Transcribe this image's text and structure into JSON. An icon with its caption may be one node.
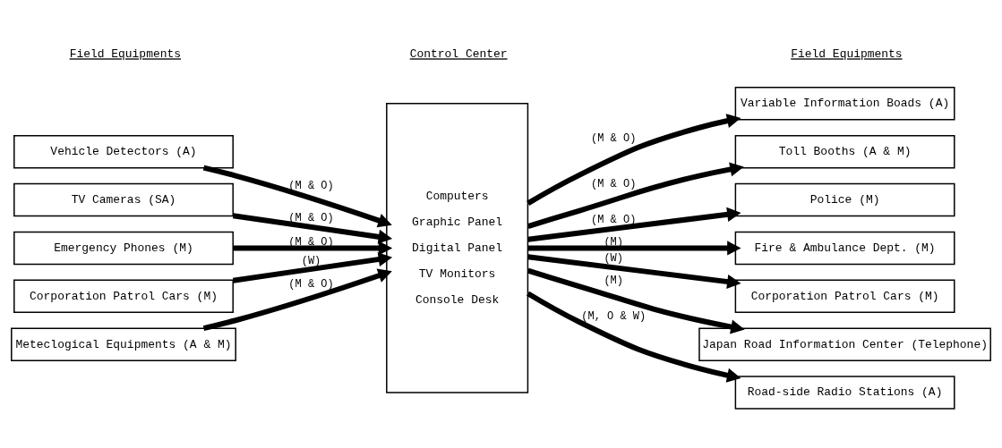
{
  "diagram": {
    "nodes": [
      {
        "text": [
          "Vehicle Detectors (A)"
        ]
      },
      {
        "text": [
          "TV Cameras (SA)"
        ]
      },
      {
        "text": [
          "Emergency Phones (M)"
        ]
      },
      {
        "text": [
          "Corporation Patrol Cars (M)"
        ]
      },
      {
        "text": [
          "Meteclogical Equipments (A & M)"
        ]
      },
      {
        "text": [
          "Computers",
          "Graphic Panel",
          "Digital Panel",
          "TV Monitors",
          "Console Desk"
        ]
      },
      {
        "text": [
          "Variable Information Boads (A)"
        ]
      },
      {
        "text": [
          "Toll Booths (A & M)"
        ]
      },
      {
        "text": [
          "Police (M)"
        ]
      },
      {
        "text": [
          "Fire & Ambulance Dept. (M)"
        ]
      },
      {
        "text": [
          "Corporation Patrol Cars (M)"
        ]
      },
      {
        "text": [
          "Japan Road Information Center (Telephone)"
        ]
      },
      {
        "text": [
          "Road-side Radio Stations (A)"
        ]
      }
    ],
    "edges": [
      {
        "from": 0,
        "to": 5,
        "arrow": "to",
        "label": "(M & O)"
      },
      {
        "from": 1,
        "to": 5,
        "arrow": "to",
        "label": "(M & O)"
      },
      {
        "from": 2,
        "to": 5,
        "arrow": "to",
        "label": "(M & O)"
      },
      {
        "from": 3,
        "to": 5,
        "arrow": "to",
        "label": "(W)"
      },
      {
        "from": 4,
        "to": 5,
        "arrow": "to",
        "label": "(M & O)"
      },
      {
        "from": 5,
        "to": 6,
        "arrow": "to",
        "label": "(M & O)"
      },
      {
        "from": 5,
        "to": 7,
        "arrow": "to",
        "label": "(M & O)"
      },
      {
        "from": 5,
        "to": 8,
        "arrow": "to",
        "label": "(M & O)"
      },
      {
        "from": 5,
        "to": 9,
        "arrow": "to",
        "label": "(M)"
      },
      {
        "from": 5,
        "to": 10,
        "arrow": "to",
        "label": "(W)"
      },
      {
        "from": 5,
        "to": 11,
        "arrow": "to",
        "label": "(M)"
      },
      {
        "from": 5,
        "to": 12,
        "arrow": "to",
        "label": "(M, O & W)"
      }
    ],
    "labels": [
      "Field Equipments",
      "Control Center",
      "Field Equipments"
    ]
  }
}
